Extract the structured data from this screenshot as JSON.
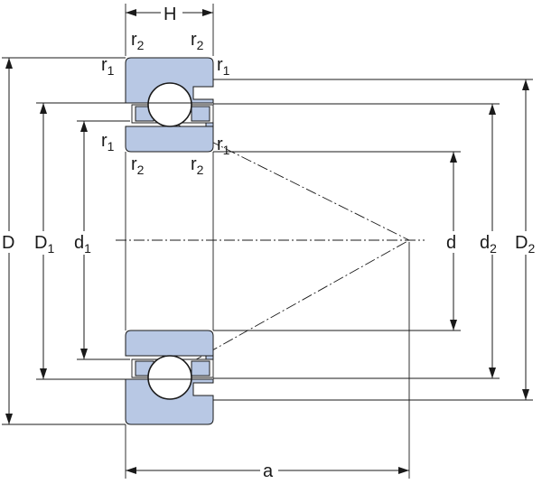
{
  "diagram": {
    "labels": {
      "H": "H",
      "a": "a",
      "D": "D",
      "D1_main": "D",
      "D1_sub": "1",
      "d1_main": "d",
      "d1_sub": "1",
      "d": "d",
      "d2_main": "d",
      "d2_sub": "2",
      "D2_main": "D",
      "D2_sub": "2",
      "r1_main": "r",
      "r1_sub": "1",
      "r2_main": "r",
      "r2_sub": "2"
    },
    "colors": {
      "ring_fill": "#b8c8e4",
      "line": "#1a1a1a",
      "ball": "#ffffff"
    }
  }
}
